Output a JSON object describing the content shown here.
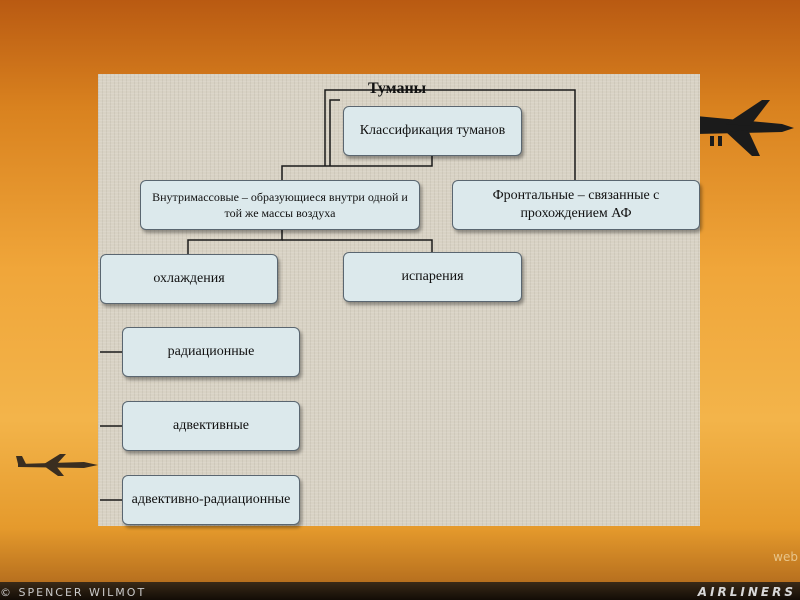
{
  "diagram": {
    "title": "Туманы",
    "root": "Классификация туманов",
    "level1": [
      "Внутримассовые – образующиеся внутри одной и той же массы воздуха",
      "Фронтальные – связанные с прохождением АФ"
    ],
    "level2": [
      "охлаждения",
      "испарения"
    ],
    "level3": [
      "радиационные",
      "адвективные",
      "адвективно-радиационные"
    ]
  },
  "footer": {
    "credit": "© SPENCER WILMOT",
    "brand": "AIRLINERS",
    "web": "web"
  },
  "colors": {
    "node_fill": "#dce9ec",
    "panel_fill": "#d8d2c4",
    "background_sunset": "#f0a63a"
  }
}
